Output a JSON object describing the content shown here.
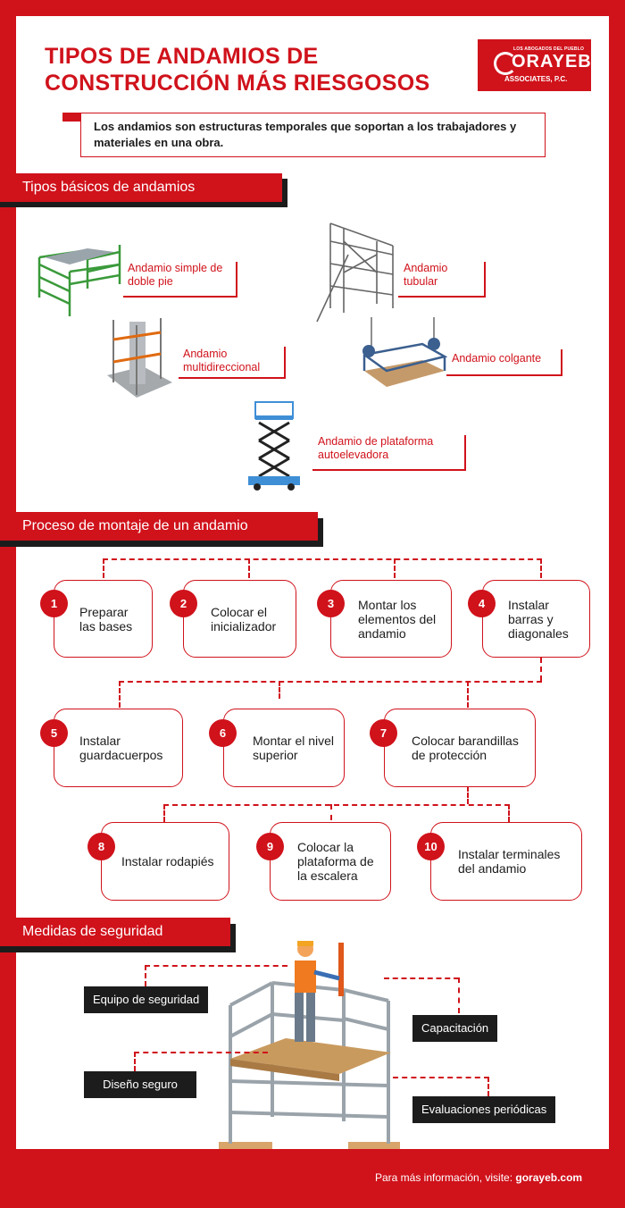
{
  "header": {
    "title_line1": "TIPOS DE ANDAMIOS DE",
    "title_line2": "CONSTRUCCIÓN MÁS RIESGOSOS",
    "logo_top": "LOS ABOGADOS DEL PUEBLO",
    "logo_name": "ORAYEB",
    "logo_sub": "ASSOCIATES, P.C."
  },
  "intro": "Los andamios son estructuras temporales que soportan a los trabajadores y materiales en una obra.",
  "types": {
    "heading": "Tipos básicos de andamios",
    "items": [
      {
        "label": "Andamio simple de doble pie"
      },
      {
        "label": "Andamio tubular"
      },
      {
        "label": "Andamio multidireccional"
      },
      {
        "label": "Andamio colgante"
      },
      {
        "label": "Andamio de plataforma autoelevadora"
      }
    ]
  },
  "process": {
    "heading": "Proceso de montaje de un andamio",
    "steps": [
      {
        "num": "1",
        "label": "Preparar las bases"
      },
      {
        "num": "2",
        "label": "Colocar el inicializador"
      },
      {
        "num": "3",
        "label": "Montar los elementos del andamio"
      },
      {
        "num": "4",
        "label": "Instalar barras y diagonales"
      },
      {
        "num": "5",
        "label": "Instalar guardacuerpos"
      },
      {
        "num": "6",
        "label": "Montar el nivel superior"
      },
      {
        "num": "7",
        "label": "Colocar barandillas de protección"
      },
      {
        "num": "8",
        "label": "Instalar rodapiés"
      },
      {
        "num": "9",
        "label": "Colocar la plataforma de la escalera"
      },
      {
        "num": "10",
        "label": "Instalar terminales del andamio"
      }
    ]
  },
  "safety": {
    "heading": "Medidas de seguridad",
    "tags": [
      "Equipo de seguridad",
      "Capacitación",
      "Diseño seguro",
      "Evaluaciones periódicas"
    ]
  },
  "footer": {
    "prefix": "Para más información, visite: ",
    "site": "gorayeb.com"
  },
  "colors": {
    "brand_red": "#d0121b",
    "dark": "#1c1c1c",
    "white": "#ffffff"
  }
}
